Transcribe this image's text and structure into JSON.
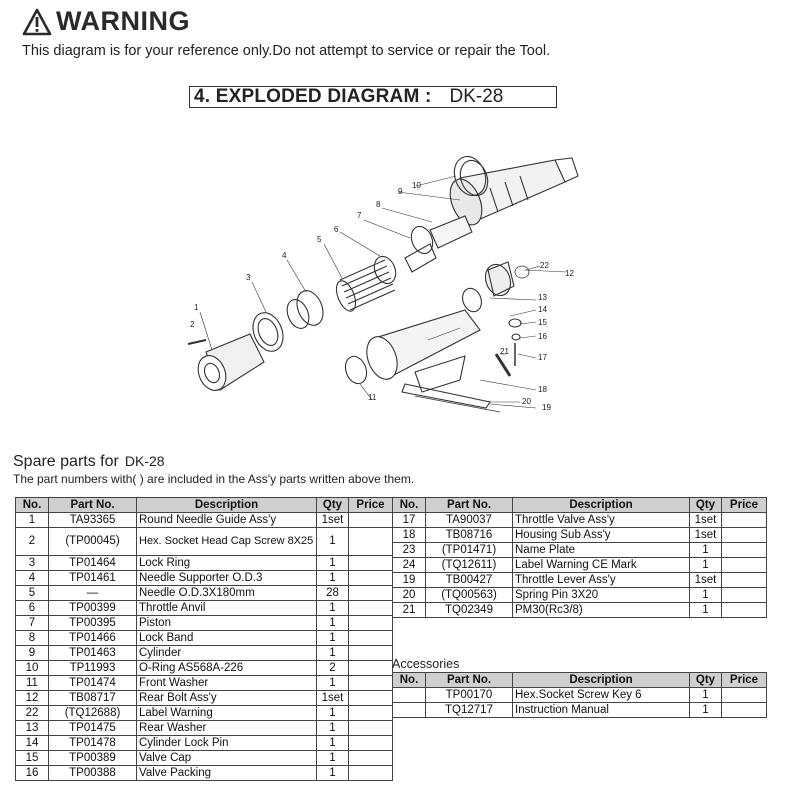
{
  "warning": {
    "title": "WARNING",
    "subtitle": "This diagram is for your reference only.Do not attempt to service or repair the Tool."
  },
  "diagram": {
    "heading": "4. EXPLODED DIAGRAM :",
    "model": "DK-28",
    "callouts": [
      "1",
      "2",
      "3",
      "4",
      "5",
      "6",
      "7",
      "8",
      "9",
      "10",
      "11",
      "12",
      "13",
      "14",
      "15",
      "16",
      "17",
      "18",
      "19",
      "20",
      "21",
      "22"
    ]
  },
  "spare_parts": {
    "title": "Spare parts for",
    "model": "DK-28",
    "note": "The part numbers with(    ) are included in the Ass'y parts written above them.",
    "headers": [
      "No.",
      "Part No.",
      "Description",
      "Qty",
      "Price"
    ],
    "left_rows": [
      {
        "no": "1",
        "part": "TA93365",
        "desc": "Round Needle Guide Ass'y",
        "qty": "1set"
      },
      {
        "no": "2",
        "part": "(TP00045)",
        "desc": "Hex. Socket Head Cap Screw  8X25",
        "qty": "1"
      },
      {
        "no": "3",
        "part": "TP01464",
        "desc": "Lock Ring",
        "qty": "1"
      },
      {
        "no": "4",
        "part": "TP01461",
        "desc": "Needle Supporter O.D.3",
        "qty": "1"
      },
      {
        "no": "5",
        "part": "—",
        "desc": "Needle O.D.3X180mm",
        "qty": "28"
      },
      {
        "no": "6",
        "part": "TP00399",
        "desc": "Throttle Anvil",
        "qty": "1"
      },
      {
        "no": "7",
        "part": "TP00395",
        "desc": "Piston",
        "qty": "1"
      },
      {
        "no": "8",
        "part": "TP01466",
        "desc": "Lock Band",
        "qty": "1"
      },
      {
        "no": "9",
        "part": "TP01463",
        "desc": "Cylinder",
        "qty": "1"
      },
      {
        "no": "10",
        "part": "TP11993",
        "desc": "O-Ring AS568A-226",
        "qty": "2"
      },
      {
        "no": "11",
        "part": "TP01474",
        "desc": "Front Washer",
        "qty": "1"
      },
      {
        "no": "12",
        "part": "TB08717",
        "desc": "Rear Bolt Ass'y",
        "qty": "1set"
      },
      {
        "no": "22",
        "part": "(TQ12688)",
        "desc": "Label Warning",
        "qty": "1"
      },
      {
        "no": "13",
        "part": "TP01475",
        "desc": "Rear Washer",
        "qty": "1"
      },
      {
        "no": "14",
        "part": "TP01478",
        "desc": "Cylinder Lock Pin",
        "qty": "1"
      },
      {
        "no": "15",
        "part": "TP00389",
        "desc": "Valve Cap",
        "qty": "1"
      },
      {
        "no": "16",
        "part": "TP00388",
        "desc": "Valve Packing",
        "qty": "1"
      }
    ],
    "right_rows": [
      {
        "no": "17",
        "part": "TA90037",
        "desc": "Throttle Valve Ass'y",
        "qty": "1set"
      },
      {
        "no": "18",
        "part": "TB08716",
        "desc": "Housing Sub Ass'y",
        "qty": "1set"
      },
      {
        "no": "23",
        "part": "(TP01471)",
        "desc": "Name Plate",
        "qty": "1"
      },
      {
        "no": "24",
        "part": "(TQ12611)",
        "desc": "Label Warning CE Mark",
        "qty": "1"
      },
      {
        "no": "19",
        "part": "TB00427",
        "desc": "Throttle Lever Ass'y",
        "qty": "1set"
      },
      {
        "no": "20",
        "part": "(TQ00563)",
        "desc": "Spring Pin 3X20",
        "qty": "1"
      },
      {
        "no": "21",
        "part": "TQ02349",
        "desc": "PM30(Rc3/8)",
        "qty": "1"
      }
    ]
  },
  "accessories": {
    "title": "Accessories",
    "rows": [
      {
        "no": "",
        "part": "TP00170",
        "desc": "Hex.Socket Screw Key 6",
        "qty": "1"
      },
      {
        "no": "",
        "part": "TQ12717",
        "desc": "Instruction Manual",
        "qty": "1"
      }
    ]
  }
}
